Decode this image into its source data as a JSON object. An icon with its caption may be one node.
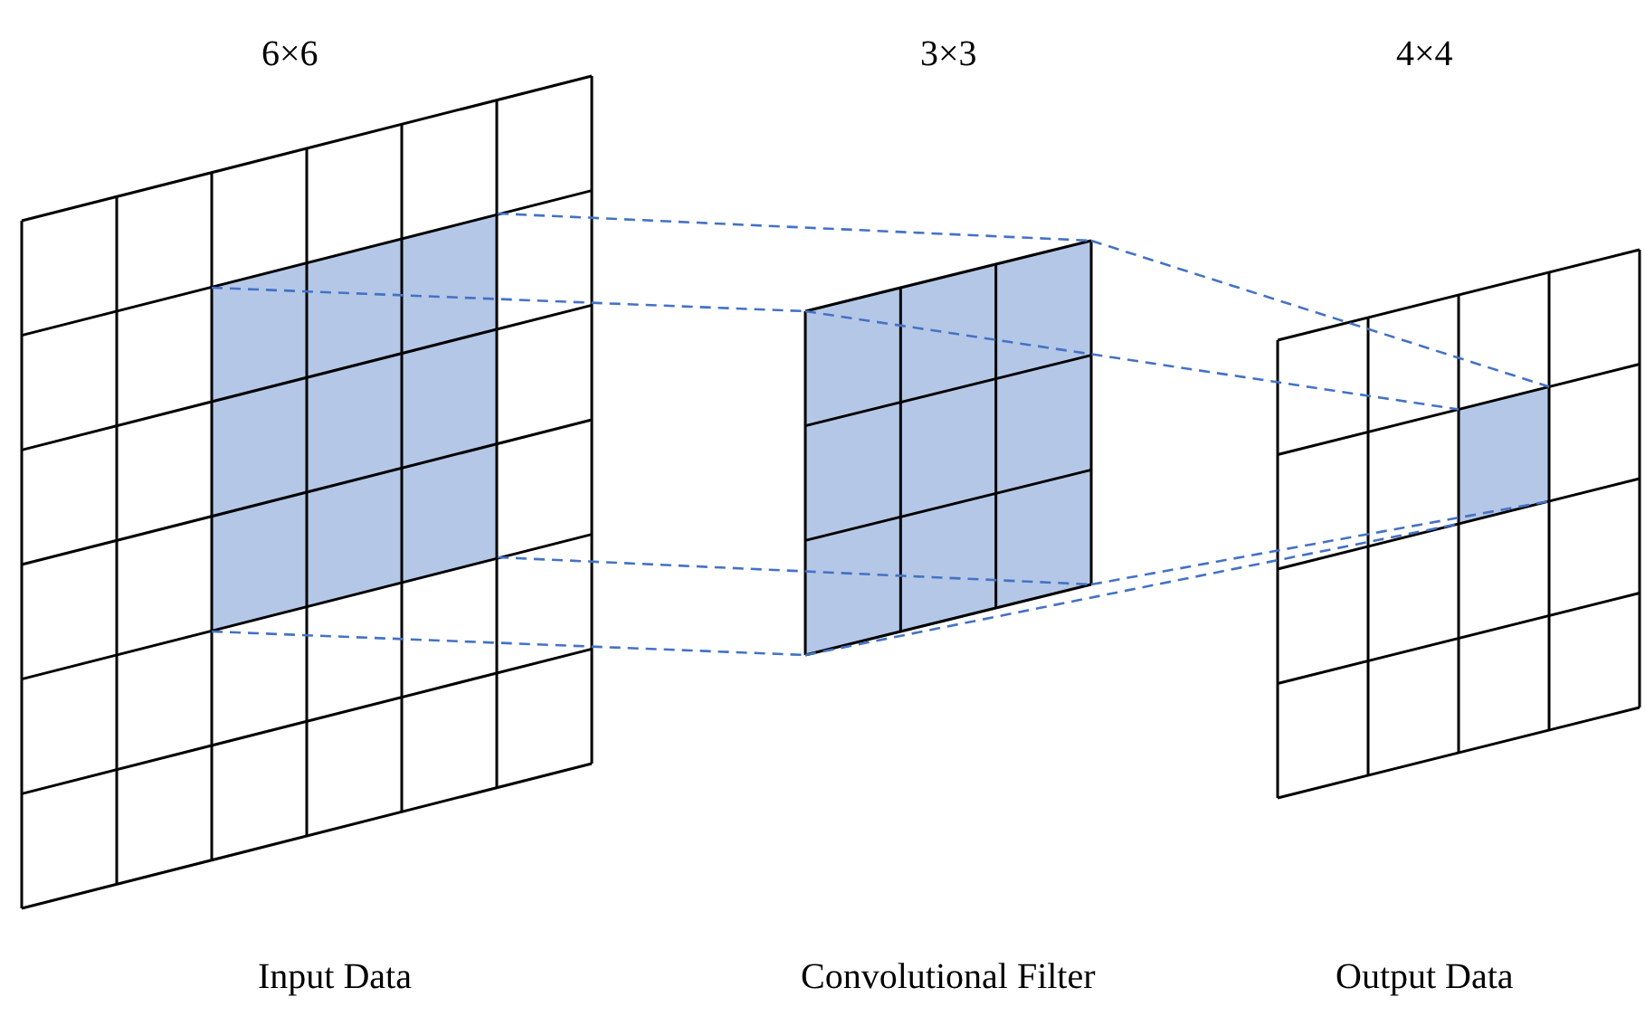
{
  "diagram": {
    "nodes": [
      {
        "text": [
          "6×6"
        ]
      },
      {
        "text": [],
        "shape": "box",
        "in": 0
      },
      {
        "text": [
          "3×3"
        ]
      },
      {
        "text": [
          "4×4"
        ]
      },
      {
        "text": [],
        "shape": "box",
        "in": 3
      }
    ],
    "edges": [
      {
        "from": 1,
        "to": 2,
        "arrow": "none",
        "style": "dashed"
      },
      {
        "from": 1,
        "to": 2,
        "arrow": "none",
        "style": "dashed"
      },
      {
        "from": 1,
        "to": 2,
        "arrow": "none",
        "style": "dashed"
      },
      {
        "from": 1,
        "to": 2,
        "arrow": "none",
        "style": "dashed"
      },
      {
        "from": 2,
        "to": 4,
        "arrow": "none",
        "style": "dashed"
      },
      {
        "from": 2,
        "to": 4,
        "arrow": "none",
        "style": "dashed"
      },
      {
        "from": 2,
        "to": 4,
        "arrow": "none",
        "style": "dashed"
      },
      {
        "from": 2,
        "to": 4,
        "arrow": "none",
        "style": "dashed"
      }
    ],
    "labels": [
      "Input Data",
      "Convolutional Filter",
      "Output Data"
    ]
  }
}
